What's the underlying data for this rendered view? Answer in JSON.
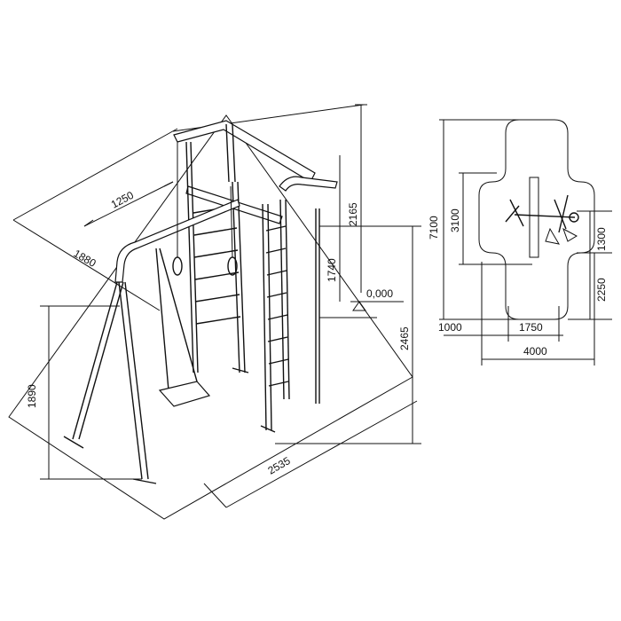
{
  "iso_dimensions": {
    "d1250": "1250",
    "d1880": "1880",
    "d2165": "2165",
    "d1740": "1740",
    "d0000": "0,000",
    "d2465": "2465",
    "d1890": "1890",
    "d2535": "2535"
  },
  "plan_dimensions": {
    "d7100": "7100",
    "d3100": "3100",
    "d1300": "1300",
    "d2250": "2250",
    "d1000": "1000",
    "d1750": "1750",
    "d4000": "4000"
  }
}
